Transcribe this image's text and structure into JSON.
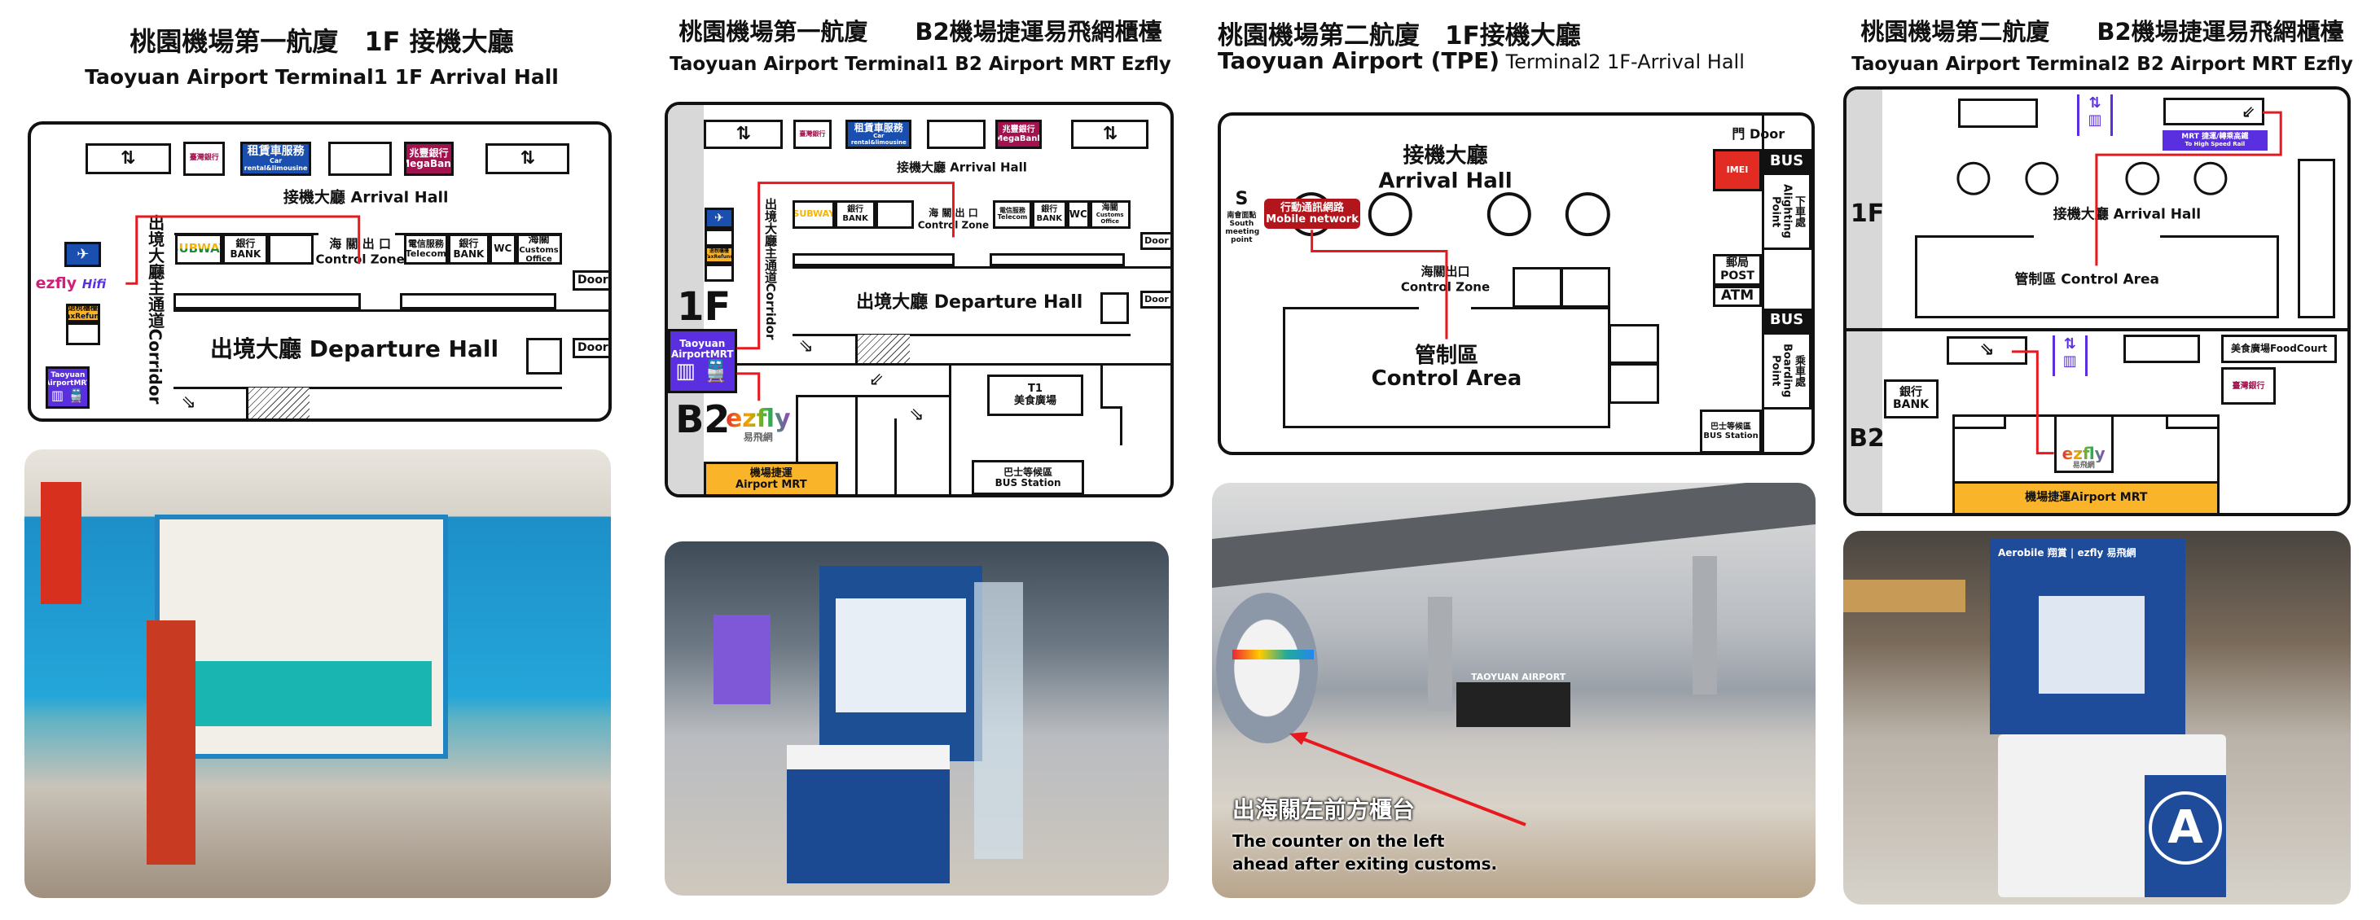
{
  "panels": [
    {
      "title": "桃園機場第一航廈　1F 接機大廳",
      "subtitle": "Taoyuan  Airport  Terminal1   1F  Arrival  Hall",
      "map": {
        "bank_taiwan": "臺灣銀行",
        "car_rental_zh": "租賃車服務",
        "car_rental_en": "Car rental&limousine",
        "megabank_zh": "兆豐銀行",
        "megabank_en": "MegaBank",
        "arrival_hall": "接機大廳  Arrival  Hall",
        "subway": "SUBWAY",
        "bank_zh": "銀行",
        "bank_en": "BANK",
        "control_zh": "海 關 出 口",
        "control_en": "Control  Zone",
        "telecom_zh": "電信服務",
        "telecom_en": "Telecom",
        "wc": "WC",
        "customs_zh": "海關",
        "customs_en": "Customs Office",
        "door": "Door",
        "departure_hall": "出境大廳  Departure  Hall",
        "corridor": "出境大廳主通道Corridor",
        "ezfly_logo": "ezfly",
        "ezfly_wifi": "Hifi",
        "tax_zh": "退稅櫃檯",
        "tax_en": "TaxRefund",
        "mrt_label": "Taoyuan AirportMRT"
      }
    },
    {
      "title": "桃園機場第一航廈　　B2機場捷運易飛網櫃檯",
      "subtitle": "Taoyuan  Airport  Terminal1   B2  Airport  MRT  Ezfly",
      "map": {
        "floor_1f": "1F",
        "floor_b2": "B2",
        "ezfly_logo": "ezfly",
        "ezfly_zh": "易飛網",
        "airport_mrt_zh": "機場捷運",
        "airport_mrt_en": "Airport  MRT",
        "food_t1": "T1",
        "food_zh": "美食廣場",
        "bus_zh": "巴士等候區",
        "bus_en": "BUS  Station"
      }
    },
    {
      "title": "桃園機場第二航廈　1F接機大廳",
      "subtitle_bold": "Taoyuan Airport (TPE)",
      "subtitle_rest": " Terminal2   1F-Arrival Hall",
      "map": {
        "door": "門 Door",
        "arrival_zh": "接機大廳",
        "arrival_en": "Arrival Hall",
        "s": "S",
        "south_zh": "南會面點",
        "south_en": "South meeting point",
        "mobile_zh": "行動通訊網路",
        "mobile_en": "Mobile  network",
        "control_zh": "海關出口",
        "control_en": "Control  Zone",
        "area_zh": "管制區",
        "area_en": "Control Area",
        "imei": "IMEI",
        "bus": "BUS",
        "alight_zh": "下車處",
        "alight_en": "Alighting Point",
        "post_zh": "郵局",
        "post_en": "POST",
        "atm": "ATM",
        "board_zh": "乘車處",
        "board_en": "Boarding Point",
        "bus_station_zh": "巴士等候區",
        "bus_station_en": "BUS Station"
      },
      "photo": {
        "caption_zh": "出海關左前方櫃台",
        "caption_en_1": "The  counter  on  the  left",
        "caption_en_2": "ahead  after  exiting  customs.",
        "sign": "TAOYUAN AIRPORT"
      }
    },
    {
      "title": "桃園機場第二航廈　　B2機場捷運易飛網櫃檯",
      "subtitle": "Taoyuan  Airport  Terminal2   B2  Airport  MRT  Ezfly",
      "map": {
        "floor_1f": "1F",
        "floor_b2": "B2",
        "mrt_sign_zh": "MRT 捷運/轉乘高鐵",
        "mrt_sign_en": "To High Speed Rail",
        "arrival": "接機大廳  Arrival  Hall",
        "control": "管制區  Control  Area",
        "bank_zh": "銀行",
        "bank_en": "BANK",
        "food": "美食廣場FoodCourt",
        "bank_taiwan": "臺灣銀行",
        "ezfly_logo": "ezfly",
        "ezfly_zh": "易飛網",
        "airport_mrt": "機場捷運Airport  MRT"
      },
      "photo": {
        "sign": "Aerobile 翔賞 | ezfly 易飛網",
        "emblem": "A"
      }
    }
  ],
  "colors": {
    "route": "#e8191e",
    "mrt_purple": "#5a2fe0",
    "orange": "#f9b42a",
    "megabank": "#a3124f",
    "car_blue": "#1a4fb0"
  }
}
